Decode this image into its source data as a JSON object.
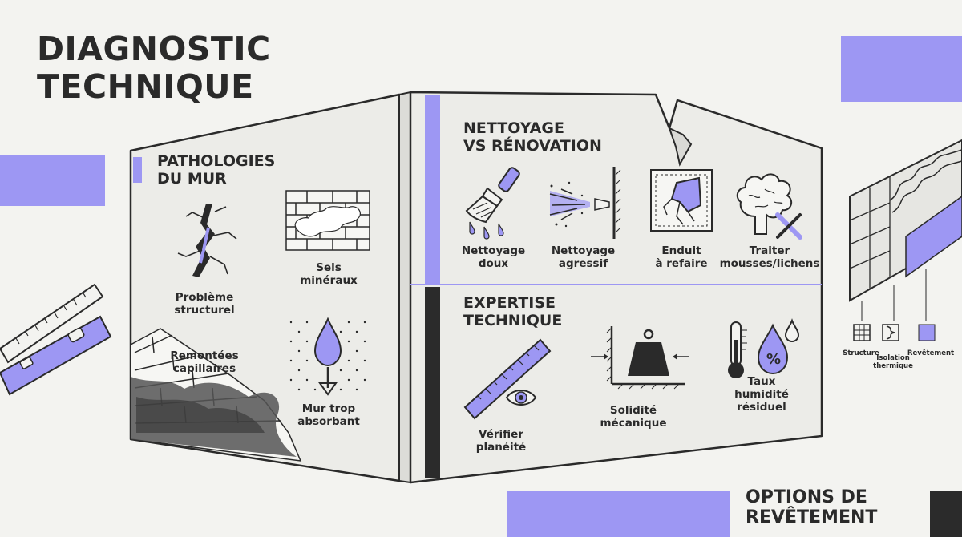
{
  "title": {
    "line1": "DIAGNOSTIC",
    "line2": "TECHNIQUE"
  },
  "pathologies": {
    "title_line1": "PATHOLOGIES",
    "title_line2": "DU MUR",
    "items": [
      {
        "line1": "Problème",
        "line2": "structurel",
        "icon": "wall-crack-icon"
      },
      {
        "line1": "Sels",
        "line2": "minéraux",
        "icon": "efflorescence-brick-icon"
      },
      {
        "line1": "Remontées",
        "line2": "capillaires",
        "icon": "rising-damp-icon"
      },
      {
        "line1": "Mur trop",
        "line2": "absorbant",
        "icon": "water-drop-absorb-icon"
      }
    ]
  },
  "nettoyage": {
    "title_line1": "NETTOYAGE",
    "title_line2": "VS RÉNOVATION",
    "items": [
      {
        "line1": "Nettoyage",
        "line2": "doux",
        "icon": "brush-icon"
      },
      {
        "line1": "Nettoyage",
        "line2": "agressif",
        "icon": "pressure-jet-icon"
      },
      {
        "line1": "Enduit",
        "line2": "à refaire",
        "icon": "damaged-render-icon"
      },
      {
        "line1": "Traiter",
        "line2": "mousses/lichens",
        "icon": "moss-treatment-icon"
      }
    ]
  },
  "expertise": {
    "title_line1": "EXPERTISE",
    "title_line2": "TECHNIQUE",
    "items": [
      {
        "line1": "Vérifier",
        "line2": "planéité",
        "icon": "ruler-eye-icon"
      },
      {
        "line1": "Solidité",
        "line2": "mécanique",
        "icon": "weight-pressure-icon"
      },
      {
        "line1": "Taux",
        "line2": "humidité",
        "line3": "résiduel",
        "icon": "thermometer-humidity-icon"
      }
    ]
  },
  "coating_legend": [
    {
      "line1": "Structure",
      "icon": "grid-structure-icon"
    },
    {
      "line1": "Isolation",
      "line2": "thermique",
      "icon": "insulation-icon"
    },
    {
      "line1": "Revêtement",
      "icon": "coating-swatch-icon"
    }
  ],
  "options": {
    "line1": "OPTIONS DE",
    "line2": "REVÊTEMENT"
  },
  "colors": {
    "accent": "#9d97f3",
    "dark": "#2b2b2b",
    "background": "#f3f3f0"
  }
}
